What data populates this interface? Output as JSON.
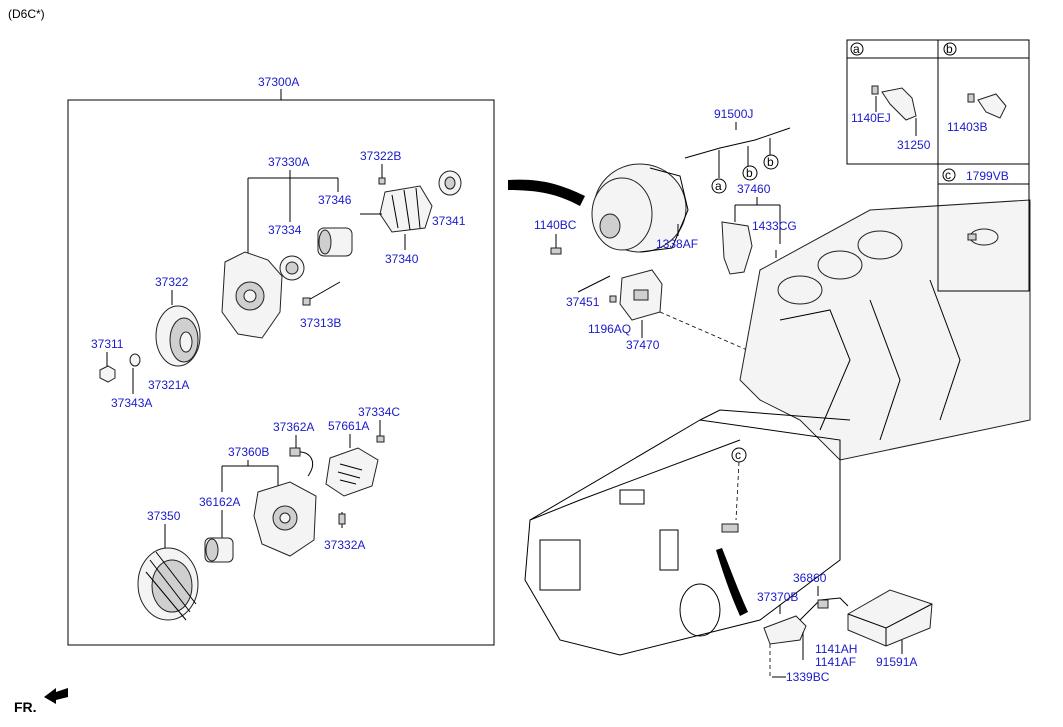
{
  "header": {
    "code": "(D6C*)"
  },
  "footer": {
    "direction": "FR."
  },
  "insets": {
    "a": {
      "letter": "a",
      "parts": [
        "1140EJ",
        "31250"
      ]
    },
    "b": {
      "letter": "b",
      "parts": [
        "11403B"
      ]
    },
    "c": {
      "letter": "c",
      "parts": [
        "1799VB"
      ]
    }
  },
  "callouts": {
    "a": "a",
    "b": "b",
    "c": "c"
  },
  "labels": {
    "p37300A": "37300A",
    "p37330A": "37330A",
    "p37322B": "37322B",
    "p37346": "37346",
    "p37334": "37334",
    "p37341": "37341",
    "p37340": "37340",
    "p37322": "37322",
    "p37313B": "37313B",
    "p37311": "37311",
    "p37321A": "37321A",
    "p37343A": "37343A",
    "p37362A": "37362A",
    "p37334C": "37334C",
    "p57661A": "57661A",
    "p37360B": "37360B",
    "p36162A": "36162A",
    "p37350": "37350",
    "p37332A": "37332A",
    "p91500J": "91500J",
    "p37460": "37460",
    "p1140BC": "1140BC",
    "p1433CG": "1433CG",
    "p1338AF": "1338AF",
    "p37451": "37451",
    "p1196AQ": "1196AQ",
    "p37470": "37470",
    "p36860": "36860",
    "p37370B": "37370B",
    "p1141AH": "1141AH",
    "p1141AF": "1141AF",
    "p91591A": "91591A",
    "p1339BC": "1339BC"
  },
  "colors": {
    "label": "#1a1acc",
    "line": "#000000",
    "background": "#ffffff"
  }
}
